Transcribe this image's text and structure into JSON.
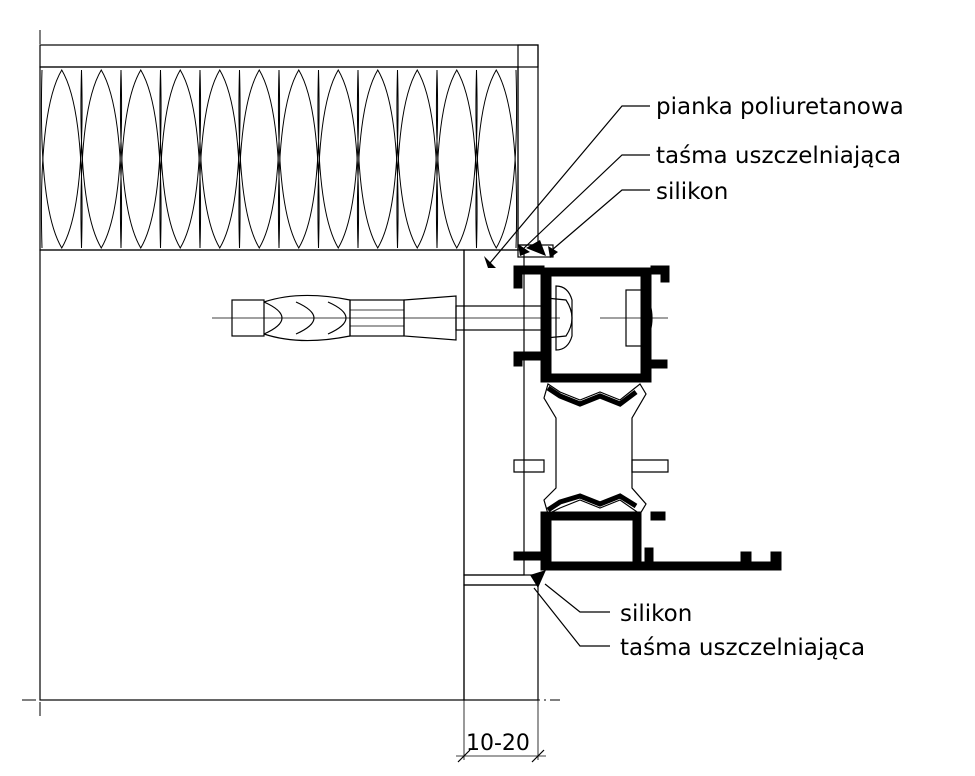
{
  "labels": {
    "top_foam": "pianka poliuretanowa",
    "top_tape": "taśma uszczelniająca",
    "top_silicone": "silikon",
    "bottom_silicone": "silikon",
    "bottom_tape": "taśma uszczelniająca"
  },
  "dimension": {
    "gap": "10-20"
  },
  "colors": {
    "line": "#000000",
    "background": "#ffffff",
    "sealant_fill": "#d9d9d9"
  }
}
